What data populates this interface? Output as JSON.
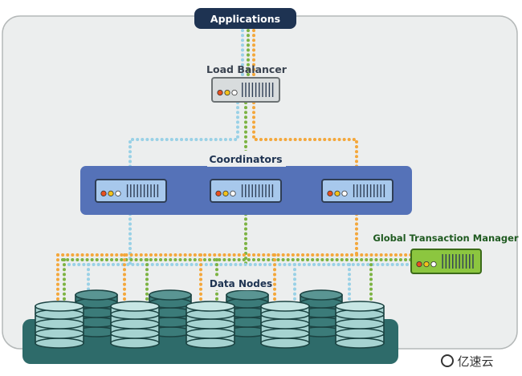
{
  "diagram": {
    "applications_label": "Applications",
    "load_balancer_label": "Load Balancer",
    "coordinators_label": "Coordinators",
    "gtm_label": "Global Transaction Manager",
    "data_nodes_label": "Data Nodes",
    "watermark_text": "亿速云"
  },
  "colors": {
    "navy": "#1e3352",
    "coordinator_panel": "#5572b8",
    "server_blue": "#a7c8ec",
    "gtm_green": "#8cc63f",
    "gtm_text": "#1f5a20",
    "db_teal": "#2e6b6a",
    "db_light": "#a6d3d1",
    "line_blue": "#99d1e6",
    "line_green": "#7cb342",
    "line_orange": "#f4a73b"
  }
}
